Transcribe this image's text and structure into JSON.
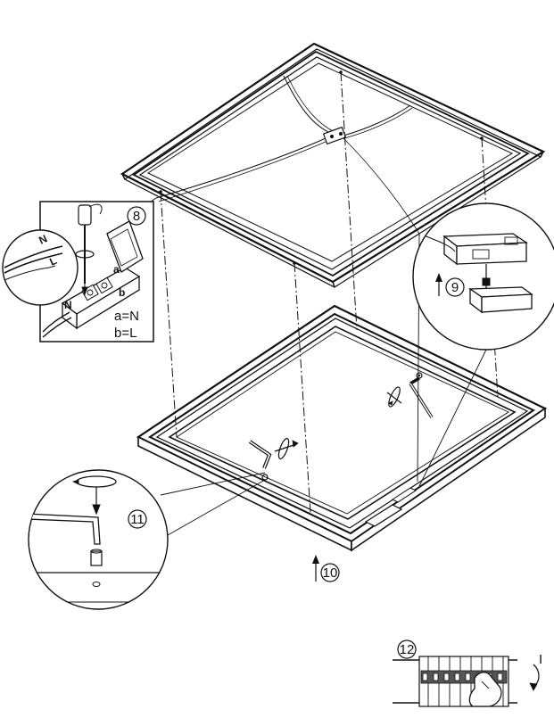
{
  "steps": {
    "s8": "8",
    "s9": "9",
    "s10": "10",
    "s11": "11",
    "s12": "12"
  },
  "wiring": {
    "legend_a": "a=N",
    "legend_b": "b=L",
    "wire_n": "N",
    "wire_l": "L",
    "terminal_a": "a",
    "terminal_b": "b"
  },
  "breaker": {
    "on_mark": "I"
  }
}
